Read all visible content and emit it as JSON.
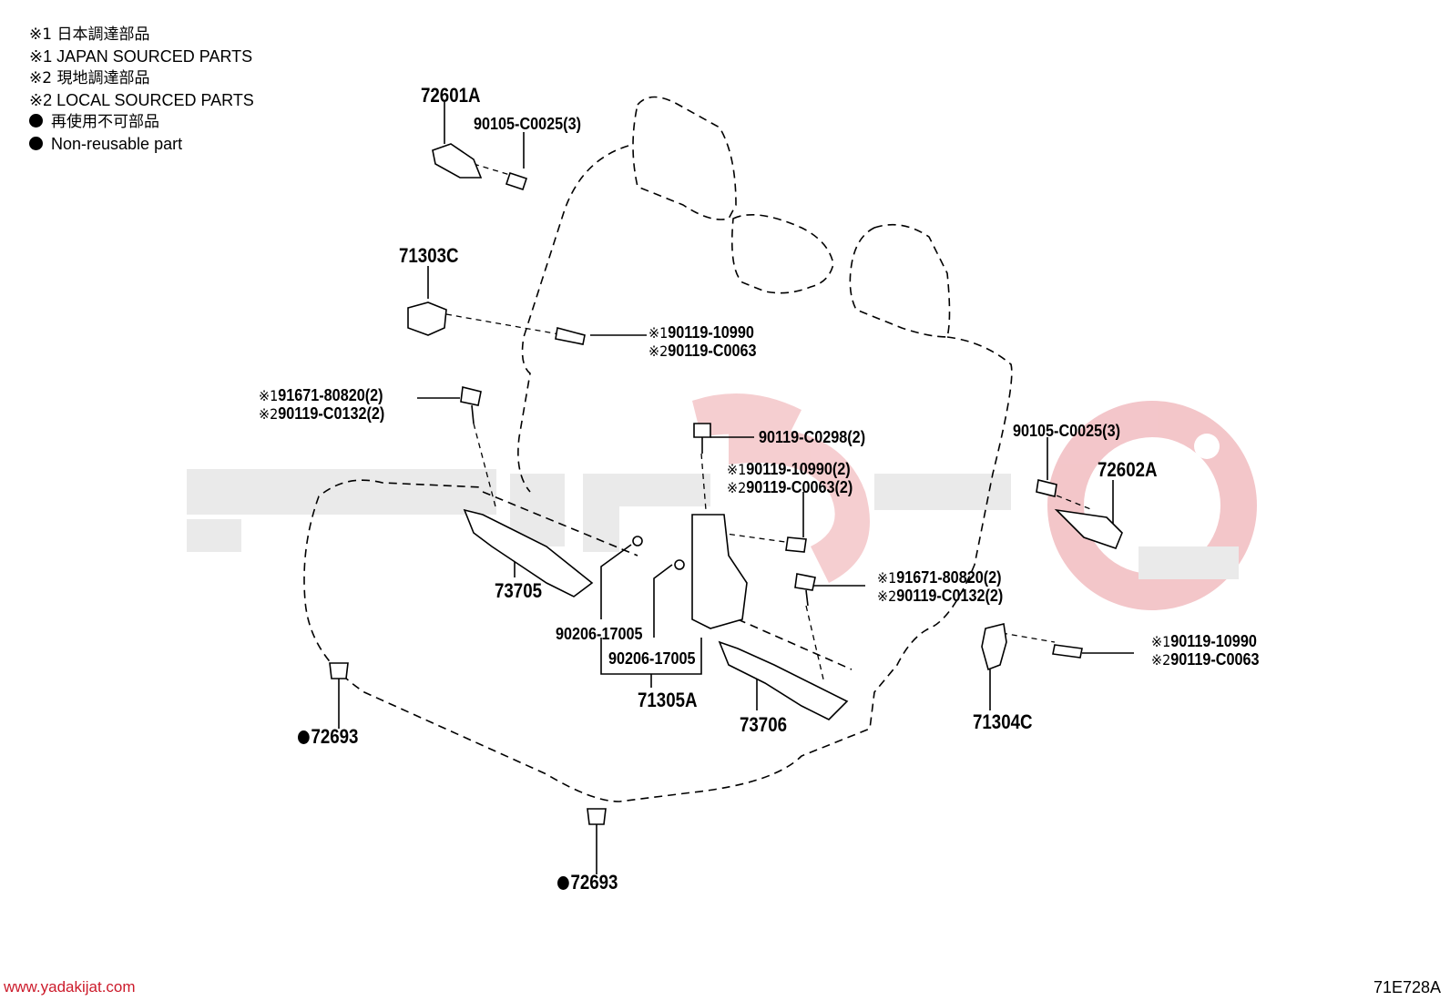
{
  "legend": {
    "jp_sourced": "※1 日本調達部品",
    "jp_sourced_en": "※1 JAPAN SOURCED PARTS",
    "local_sourced": "※2 現地調達部品",
    "local_sourced_en": "※2 LOCAL SOURCED PARTS",
    "non_reusable": "再使用不可部品",
    "non_reusable_en": "Non-reusable part"
  },
  "marks": {
    "m1": "※1",
    "m2": "※2"
  },
  "parts": {
    "p72601A": "72601A",
    "p90105_a": "90105-C0025(3)",
    "p71303C": "71303C",
    "p90119_10990_a": "90119-10990",
    "p90119_C0063_a": "90119-C0063",
    "p91671_a": "91671-80820(2)",
    "p90119_C0132_a": "90119-C0132(2)",
    "p90119_C0298": "90119-C0298(2)",
    "p90119_10990_b": "90119-10990(2)",
    "p90119_C0063_b": "90119-C0063(2)",
    "p90105_b": "90105-C0025(3)",
    "p72602A": "72602A",
    "p73705": "73705",
    "p90206_a": "90206-17005",
    "p90206_b": "90206-17005",
    "p71305A": "71305A",
    "p91671_b": "91671-80820(2)",
    "p90119_C0132_b": "90119-C0132(2)",
    "p90119_10990_c": "90119-10990",
    "p90119_C0063_c": "90119-C0063",
    "p73706": "73706",
    "p71304C": "71304C",
    "p72693_a": "72693",
    "p72693_b": "72693"
  },
  "footer": {
    "url": "www.yadakijat.com",
    "code": "71E728A"
  },
  "watermark": {
    "color": "#e8e8e8",
    "accent": "#f5c9cc"
  }
}
